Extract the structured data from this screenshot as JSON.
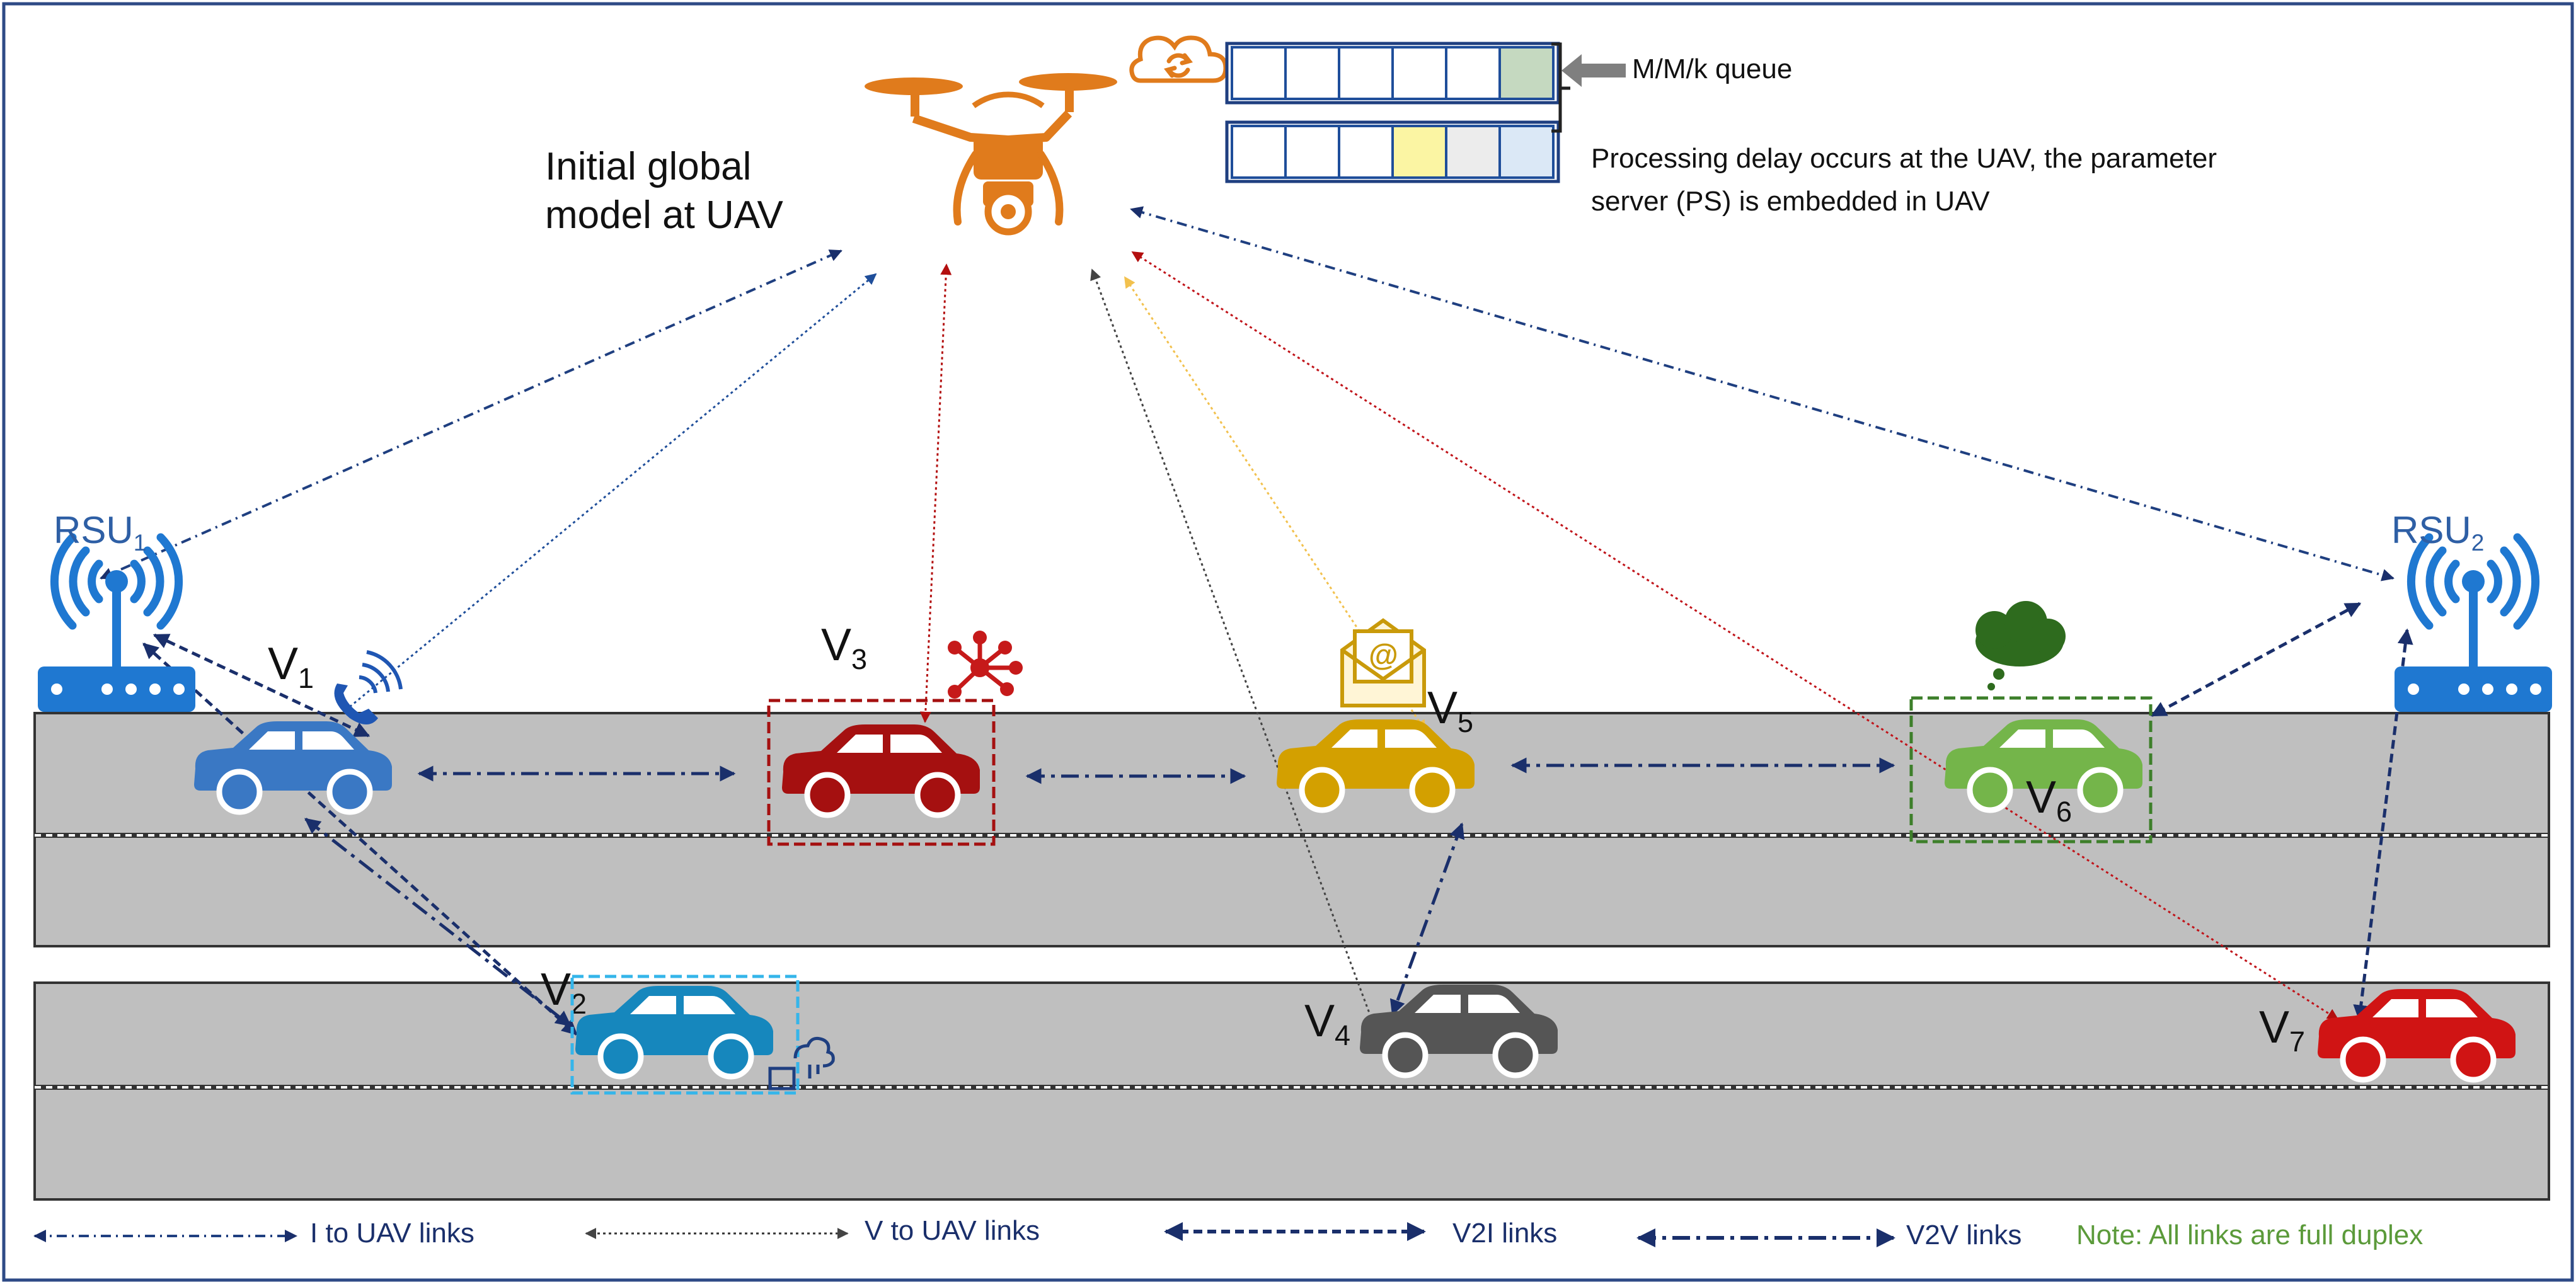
{
  "uav": {
    "caption_line1": "Initial global",
    "caption_line2": "model at UAV",
    "color": "#e07b1c"
  },
  "queue": {
    "label": "M/M/k queue",
    "note_line1": "Processing delay occurs at the UAV, the parameter",
    "note_line2": "server (PS) is embedded in UAV",
    "highlight_colors": [
      "#c5d9c0",
      "#fbf5a3",
      "#ececec",
      "#dbe8f6"
    ]
  },
  "rsus": [
    {
      "label": "RSU",
      "sub": "1"
    },
    {
      "label": "RSU",
      "sub": "2"
    }
  ],
  "vehicles": [
    {
      "label": "V",
      "sub": "1",
      "color": "#3a78c4"
    },
    {
      "label": "V",
      "sub": "2",
      "color": "#1687bd"
    },
    {
      "label": "V",
      "sub": "3",
      "color": "#a51010"
    },
    {
      "label": "V",
      "sub": "4",
      "color": "#555555"
    },
    {
      "label": "V",
      "sub": "5",
      "color": "#d3a000"
    },
    {
      "label": "V",
      "sub": "6",
      "color": "#74b54a"
    },
    {
      "label": "V",
      "sub": "7",
      "color": "#d01414"
    }
  ],
  "legend": {
    "i_to_uav": "I to UAV links",
    "v_to_uav": "V to UAV links",
    "v2i": "V2I links",
    "v2v": "V2V links",
    "note": "Note: All links are full duplex",
    "note_color": "#5b9a3a",
    "link_color": "#1a2f6b"
  }
}
